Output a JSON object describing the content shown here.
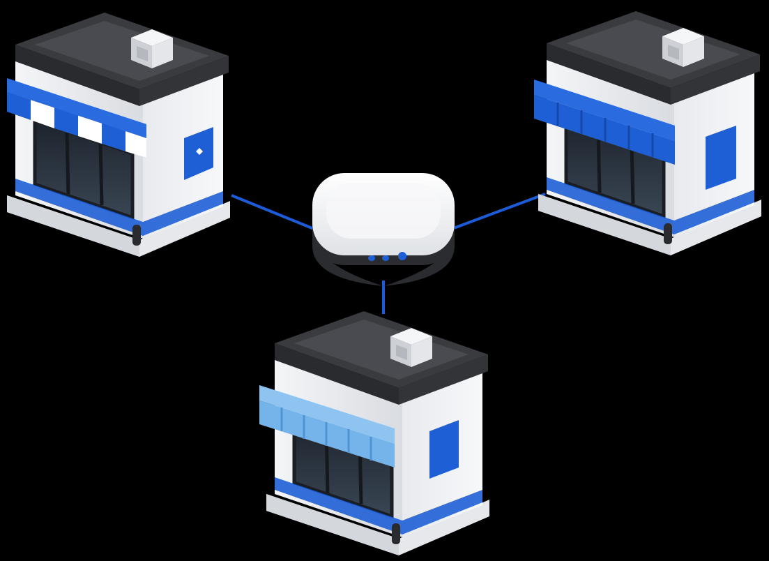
{
  "scene": {
    "background": "#000000",
    "hub": {
      "icon": "network-hub-icon",
      "indicator_lights": 3
    },
    "stores": [
      {
        "id": "store-top-left",
        "icon": "storefront-icon",
        "awning": "blue-white-striped",
        "door_mark": "diamond"
      },
      {
        "id": "store-top-right",
        "icon": "storefront-icon",
        "awning": "blue"
      },
      {
        "id": "store-bottom",
        "icon": "storefront-icon",
        "awning": "light-blue"
      }
    ],
    "colors": {
      "accent_blue": "#1f5fd6",
      "light_blue": "#74b4ea",
      "link_line": "#1d5cd8",
      "roof_dark": "#2f3033",
      "wall_white": "#eef0f3",
      "wall_shade": "#c9ccd2",
      "glass": "#2a3440",
      "hub_body": "#f2f3f5"
    }
  }
}
